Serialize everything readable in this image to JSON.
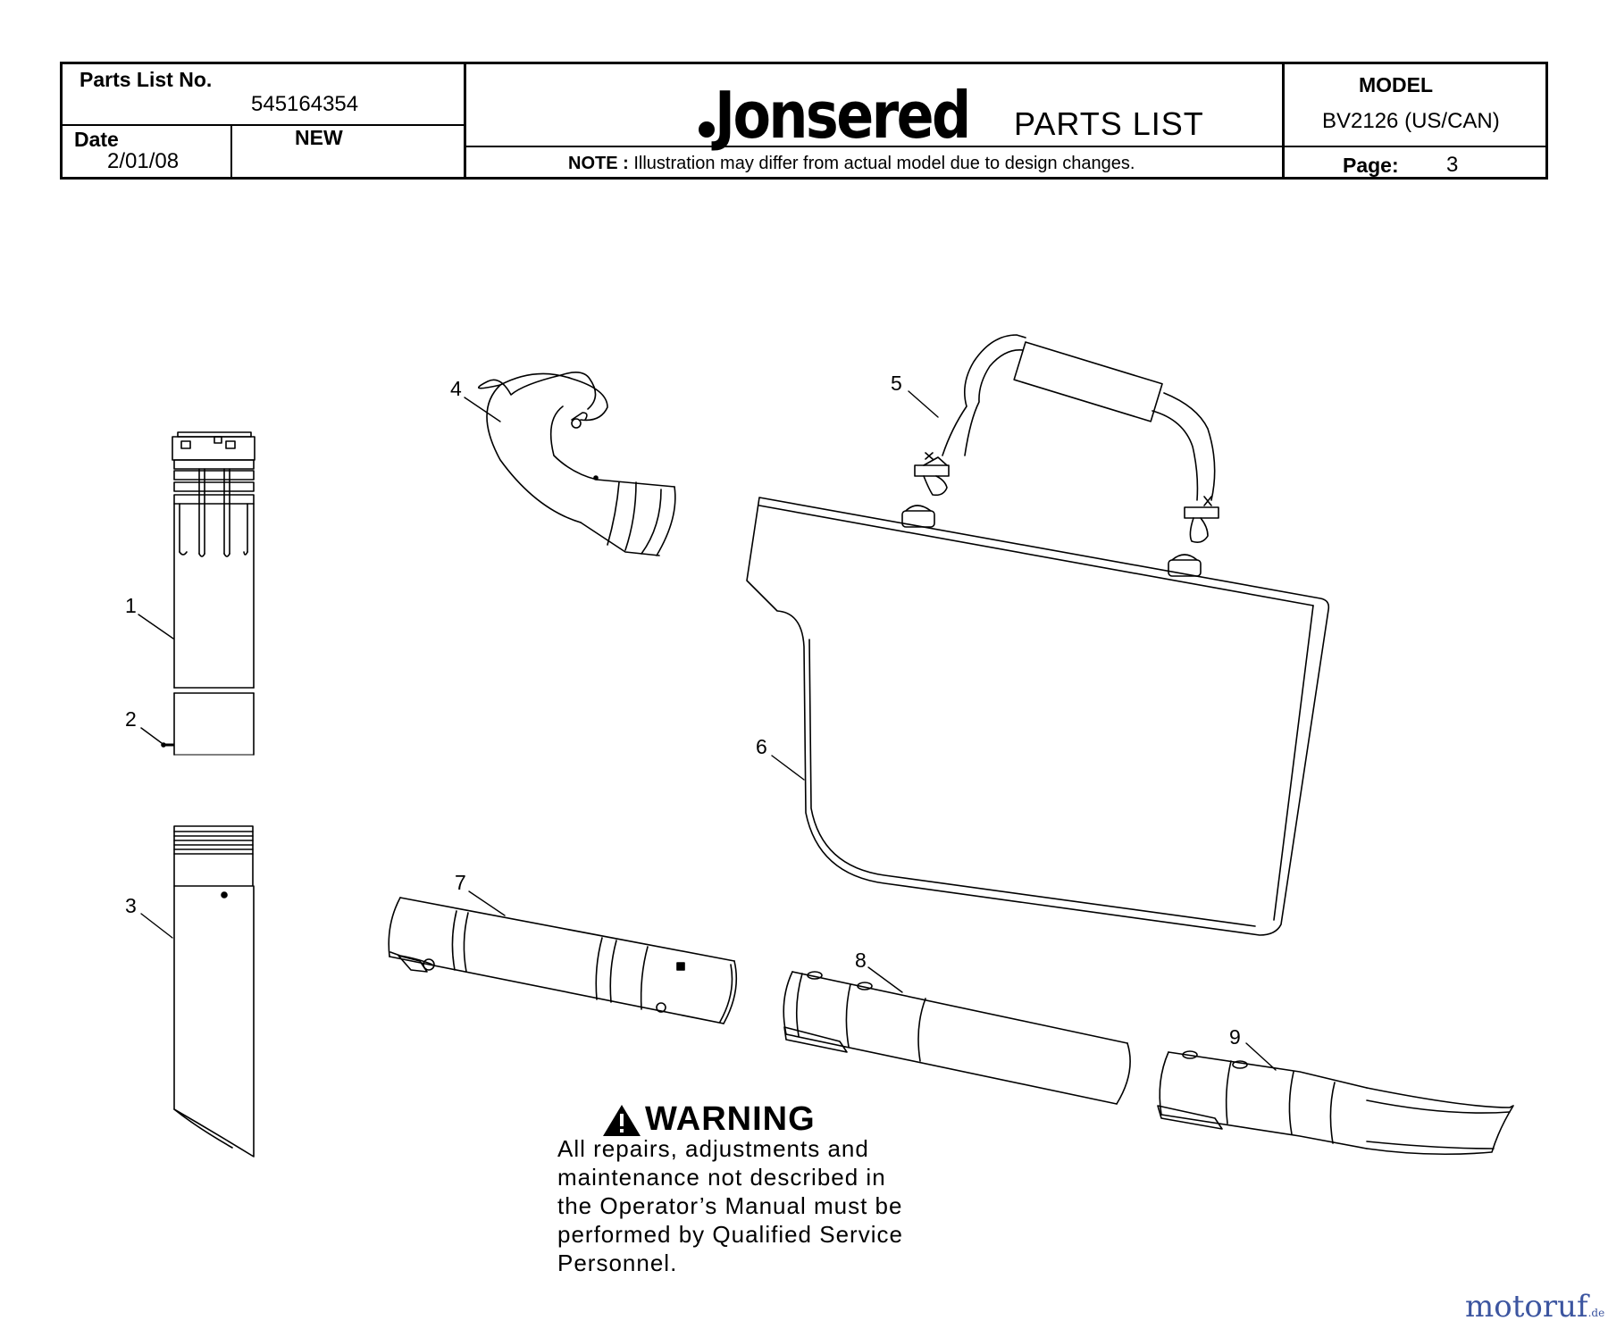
{
  "header": {
    "parts_list_no_label": "Parts List No.",
    "parts_list_no": "545164354",
    "date_label": "Date",
    "date": "2/01/08",
    "status": "NEW",
    "brand": "Jonsered",
    "doc_title": "PARTS LIST",
    "note_label": "NOTE :",
    "note_text": "Illustration may differ from actual model due to design changes.",
    "model_label": "MODEL",
    "model": "BV2126 (US/CAN)",
    "page_label": "Page:",
    "page": "3"
  },
  "callouts": [
    "1",
    "2",
    "3",
    "4",
    "5",
    "6",
    "7",
    "8",
    "9"
  ],
  "warning": {
    "title": "WARNING",
    "lines": [
      "All repairs, adjustments and",
      "maintenance not described in",
      "the Operator’s Manual must be",
      "performed by Qualified Service",
      "Personnel."
    ]
  },
  "watermark": {
    "text": "motoruf",
    "suffix": ".de"
  }
}
